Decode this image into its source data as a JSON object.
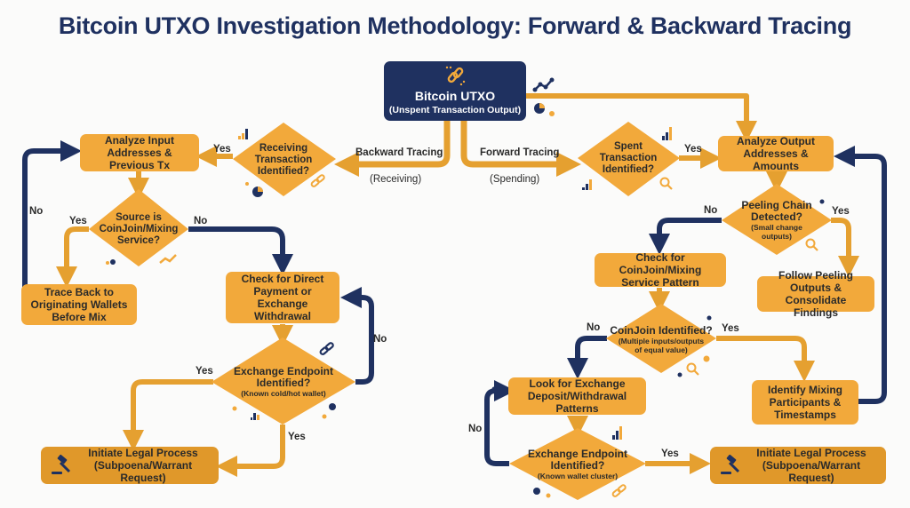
{
  "title": "Bitcoin UTXO Investigation Methodology: Forward & Backward Tracing",
  "colors": {
    "navy": "#1f3160",
    "orange": "#f2a93b",
    "orange_dark": "#e0982a",
    "arrow_orange": "#e5a030"
  },
  "root": {
    "title": "Bitcoin UTXO",
    "subtitle": "(Unspent Transaction Output)",
    "icon": "chain-link-icon"
  },
  "branches": {
    "backward": {
      "label": "Backward Tracing",
      "sub": "(Receiving)"
    },
    "forward": {
      "label": "Forward Tracing",
      "sub": "(Spending)"
    }
  },
  "left": {
    "receiving_decision": "Receiving Transaction Identified?",
    "analyze_inputs": "Analyze Input Addresses & Previous Tx",
    "source_decision": "Source is CoinJoin/Mixing Service?",
    "trace_back": "Trace Back to Originating Wallets Before Mix",
    "check_direct": "Check for Direct Payment or Exchange Withdrawal",
    "exchange_decision": {
      "title": "Exchange Endpoint Identified?",
      "sub": "(Known cold/hot wallet)"
    },
    "legal": "Initiate Legal Process (Subpoena/Warrant Request)"
  },
  "right": {
    "spent_decision": "Spent Transaction Identified?",
    "analyze_outputs": "Analyze Output Addresses & Amounts",
    "peeling_decision": {
      "title": "Peeling Chain Detected?",
      "sub": "(Small change outputs)"
    },
    "follow_peeling": "Follow Peeling Outputs & Consolidate Findings",
    "check_coinjoin": "Check for CoinJoin/Mixing Service Pattern",
    "coinjoin_decision": {
      "title": "CoinJoin Identified?",
      "sub": "(Multiple inputs/outputs of equal value)"
    },
    "identify_mixing": "Identify Mixing Participants & Timestamps",
    "look_exchange": "Look for Exchange Deposit/Withdrawal Patterns",
    "exchange_decision": {
      "title": "Exchange Endpoint Identified?",
      "sub": "(Known wallet cluster)"
    },
    "legal": "Initiate Legal Process (Subpoena/Warrant Request)"
  },
  "edge_labels": {
    "yes": "Yes",
    "no": "No"
  }
}
